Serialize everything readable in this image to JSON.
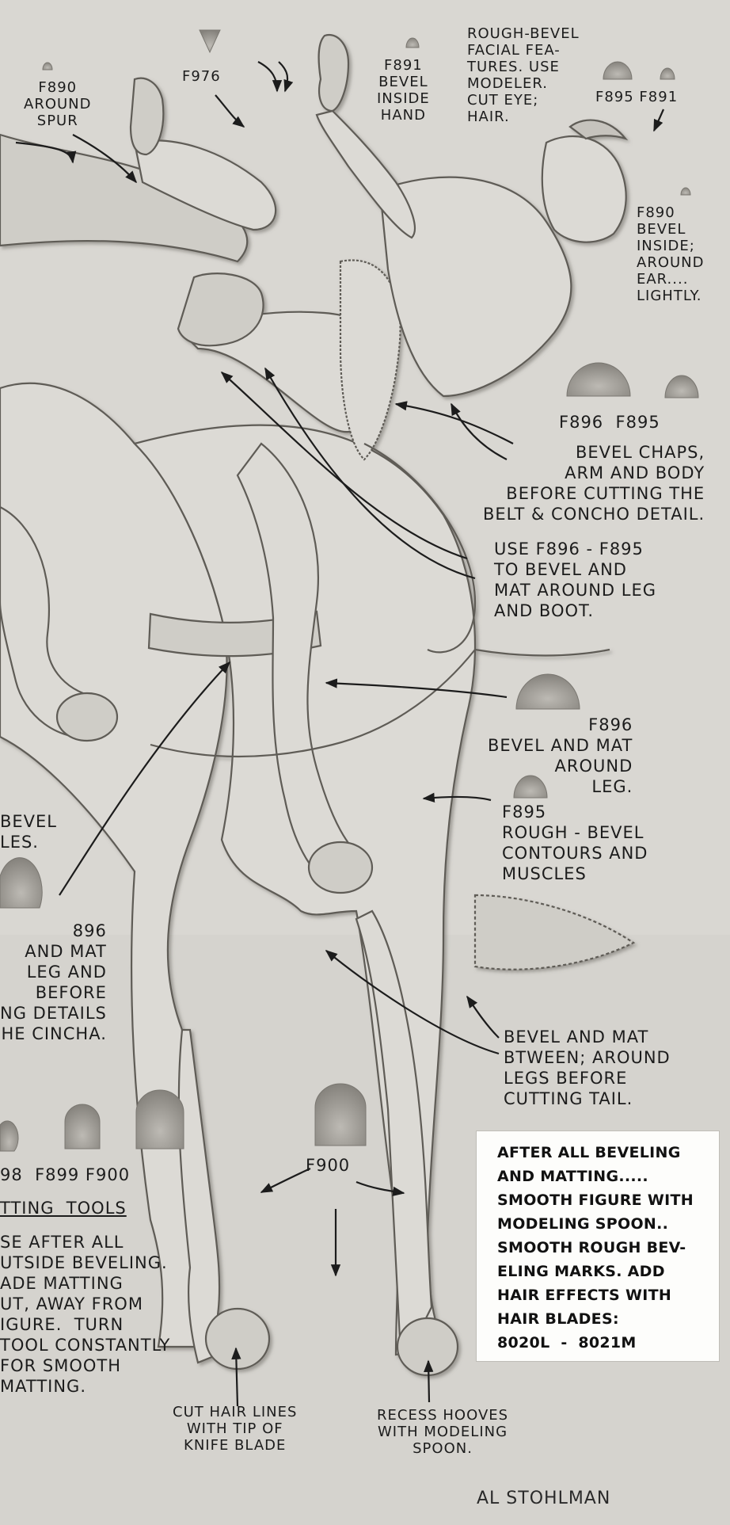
{
  "labels": {
    "f890_spur": "F890\nAROUND\nSPUR",
    "f976": "F976",
    "f891_hand": "F891\nBEVEL\nINSIDE\nHAND",
    "facial": "ROUGH-BEVEL\nFACIAL FEA-\nTURES. USE\nMODELER.\nCUT EYE;\nHAIR.",
    "f895_f891": "F895 F891",
    "f890_ear": "F890\nBEVEL\nINSIDE;\nAROUND\nEAR....\nLIGHTLY.",
    "f896_f895": "F896  F895",
    "chaps": "BEVEL CHAPS,\nARM AND BODY\nBEFORE CUTTING THE\nBELT & CONCHO DETAIL.",
    "use_f896": "USE F896 - F895\nTO BEVEL AND\nMAT AROUND LEG\nAND BOOT.",
    "f896_leg": "F896\nBEVEL AND MAT\nAROUND\nLEG.",
    "f895_contours": "F895\nROUGH - BEVEL\nCONTOURS AND\nMUSCLES",
    "bevel_les": "BEVEL\nLES.",
    "f896_left": "896\n AND MAT\n LEG AND\nBEFORE\nNG DETAILS\nHE CINCHA.",
    "between_legs": "BEVEL AND MAT\nBTWEEN; AROUND\nLEGS BEFORE\nCUTTING TAIL.",
    "tool_row": "98  F899 F900",
    "f900": "F900",
    "matting_tools": "TTING  TOOLS",
    "matting_text": "SE AFTER ALL\nUTSIDE BEVELING.\nADE MATTING\nUT, AWAY FROM\nIGURE.  TURN\nTOOL CONSTANTLY\nFOR SMOOTH\nMATTING.",
    "cut_hair": "CUT HAIR LINES\nWITH TIP OF\nKNIFE BLADE",
    "recess": "RECESS HOOVES\nWITH MODELING\nSPOON."
  },
  "note": {
    "text": "AFTER ALL BEVELING\nAND MATTING.....\nSMOOTH FIGURE WITH\nMODELING SPOON..\nSMOOTH ROUGH BEV-\nELING MARKS. ADD\nHAIR EFFECTS WITH\nHAIR BLADES:\n8020L  -  8021M"
  },
  "signature": "AL STOHLMAN",
  "colors": {
    "leather": "#d9d7d2",
    "ink": "#1c1c1c",
    "relief_dark": "#8e8b85",
    "relief_light": "#f4f3ef"
  }
}
